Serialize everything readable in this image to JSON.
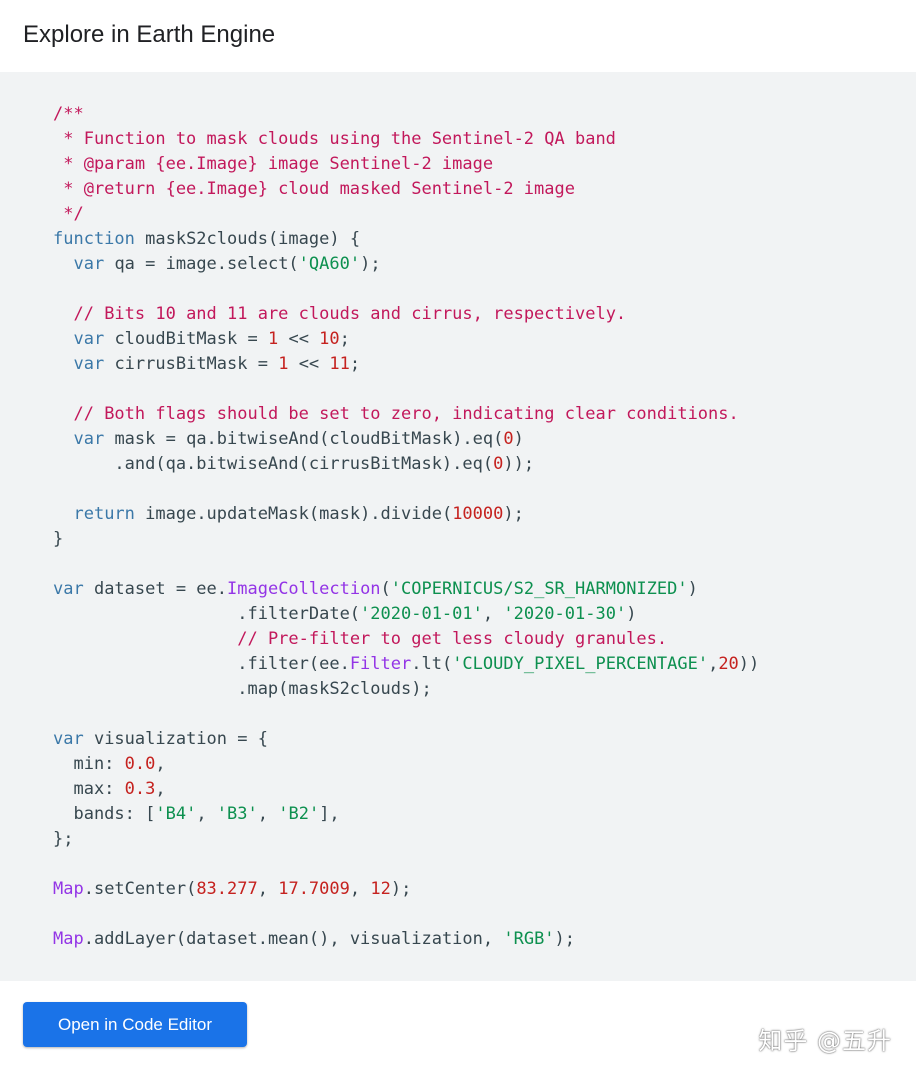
{
  "header": {
    "title": "Explore in Earth Engine"
  },
  "code": {
    "language": "javascript",
    "lines": [
      [
        {
          "t": "comment",
          "v": "/**"
        }
      ],
      [
        {
          "t": "comment",
          "v": " * Function to mask clouds using the Sentinel-2 QA band"
        }
      ],
      [
        {
          "t": "comment",
          "v": " * @param {ee.Image} image Sentinel-2 image"
        }
      ],
      [
        {
          "t": "comment",
          "v": " * @return {ee.Image} cloud masked Sentinel-2 image"
        }
      ],
      [
        {
          "t": "comment",
          "v": " */"
        }
      ],
      [
        {
          "t": "keyword",
          "v": "function"
        },
        {
          "t": "plain",
          "v": " maskS2clouds(image) {"
        }
      ],
      [
        {
          "t": "plain",
          "v": "  "
        },
        {
          "t": "keyword",
          "v": "var"
        },
        {
          "t": "plain",
          "v": " qa = image.select("
        },
        {
          "t": "string",
          "v": "'QA60'"
        },
        {
          "t": "plain",
          "v": ");"
        }
      ],
      [],
      [
        {
          "t": "plain",
          "v": "  "
        },
        {
          "t": "comment",
          "v": "// Bits 10 and 11 are clouds and cirrus, respectively."
        }
      ],
      [
        {
          "t": "plain",
          "v": "  "
        },
        {
          "t": "keyword",
          "v": "var"
        },
        {
          "t": "plain",
          "v": " cloudBitMask = "
        },
        {
          "t": "number",
          "v": "1"
        },
        {
          "t": "plain",
          "v": " << "
        },
        {
          "t": "number",
          "v": "10"
        },
        {
          "t": "plain",
          "v": ";"
        }
      ],
      [
        {
          "t": "plain",
          "v": "  "
        },
        {
          "t": "keyword",
          "v": "var"
        },
        {
          "t": "plain",
          "v": " cirrusBitMask = "
        },
        {
          "t": "number",
          "v": "1"
        },
        {
          "t": "plain",
          "v": " << "
        },
        {
          "t": "number",
          "v": "11"
        },
        {
          "t": "plain",
          "v": ";"
        }
      ],
      [],
      [
        {
          "t": "plain",
          "v": "  "
        },
        {
          "t": "comment",
          "v": "// Both flags should be set to zero, indicating clear conditions."
        }
      ],
      [
        {
          "t": "plain",
          "v": "  "
        },
        {
          "t": "keyword",
          "v": "var"
        },
        {
          "t": "plain",
          "v": " mask = qa.bitwiseAnd(cloudBitMask).eq("
        },
        {
          "t": "number",
          "v": "0"
        },
        {
          "t": "plain",
          "v": ")"
        }
      ],
      [
        {
          "t": "plain",
          "v": "      .and(qa.bitwiseAnd(cirrusBitMask).eq("
        },
        {
          "t": "number",
          "v": "0"
        },
        {
          "t": "plain",
          "v": "));"
        }
      ],
      [],
      [
        {
          "t": "plain",
          "v": "  "
        },
        {
          "t": "keyword",
          "v": "return"
        },
        {
          "t": "plain",
          "v": " image.updateMask(mask).divide("
        },
        {
          "t": "number",
          "v": "10000"
        },
        {
          "t": "plain",
          "v": ");"
        }
      ],
      [
        {
          "t": "plain",
          "v": "}"
        }
      ],
      [],
      [
        {
          "t": "keyword",
          "v": "var"
        },
        {
          "t": "plain",
          "v": " dataset = ee."
        },
        {
          "t": "builtin",
          "v": "ImageCollection"
        },
        {
          "t": "plain",
          "v": "("
        },
        {
          "t": "string",
          "v": "'COPERNICUS/S2_SR_HARMONIZED'"
        },
        {
          "t": "plain",
          "v": ")"
        }
      ],
      [
        {
          "t": "plain",
          "v": "                  .filterDate("
        },
        {
          "t": "string",
          "v": "'2020-01-01'"
        },
        {
          "t": "plain",
          "v": ", "
        },
        {
          "t": "string",
          "v": "'2020-01-30'"
        },
        {
          "t": "plain",
          "v": ")"
        }
      ],
      [
        {
          "t": "plain",
          "v": "                  "
        },
        {
          "t": "comment",
          "v": "// Pre-filter to get less cloudy granules."
        }
      ],
      [
        {
          "t": "plain",
          "v": "                  .filter(ee."
        },
        {
          "t": "builtin",
          "v": "Filter"
        },
        {
          "t": "plain",
          "v": ".lt("
        },
        {
          "t": "string",
          "v": "'CLOUDY_PIXEL_PERCENTAGE'"
        },
        {
          "t": "plain",
          "v": ","
        },
        {
          "t": "number",
          "v": "20"
        },
        {
          "t": "plain",
          "v": "))"
        }
      ],
      [
        {
          "t": "plain",
          "v": "                  .map(maskS2clouds);"
        }
      ],
      [],
      [
        {
          "t": "keyword",
          "v": "var"
        },
        {
          "t": "plain",
          "v": " visualization = {"
        }
      ],
      [
        {
          "t": "plain",
          "v": "  min: "
        },
        {
          "t": "number",
          "v": "0.0"
        },
        {
          "t": "plain",
          "v": ","
        }
      ],
      [
        {
          "t": "plain",
          "v": "  max: "
        },
        {
          "t": "number",
          "v": "0.3"
        },
        {
          "t": "plain",
          "v": ","
        }
      ],
      [
        {
          "t": "plain",
          "v": "  bands: ["
        },
        {
          "t": "string",
          "v": "'B4'"
        },
        {
          "t": "plain",
          "v": ", "
        },
        {
          "t": "string",
          "v": "'B3'"
        },
        {
          "t": "plain",
          "v": ", "
        },
        {
          "t": "string",
          "v": "'B2'"
        },
        {
          "t": "plain",
          "v": "],"
        }
      ],
      [
        {
          "t": "plain",
          "v": "};"
        }
      ],
      [],
      [
        {
          "t": "builtin",
          "v": "Map"
        },
        {
          "t": "plain",
          "v": ".setCenter("
        },
        {
          "t": "number",
          "v": "83.277"
        },
        {
          "t": "plain",
          "v": ", "
        },
        {
          "t": "number",
          "v": "17.7009"
        },
        {
          "t": "plain",
          "v": ", "
        },
        {
          "t": "number",
          "v": "12"
        },
        {
          "t": "plain",
          "v": ");"
        }
      ],
      [],
      [
        {
          "t": "builtin",
          "v": "Map"
        },
        {
          "t": "plain",
          "v": ".addLayer(dataset.mean(), visualization, "
        },
        {
          "t": "string",
          "v": "'RGB'"
        },
        {
          "t": "plain",
          "v": ");"
        }
      ]
    ]
  },
  "footer": {
    "open_button_label": "Open in Code Editor",
    "watermark_text": "知乎 @五升"
  },
  "colors": {
    "header_bg": "#ffffff",
    "code_panel_bg": "#f1f3f4",
    "comment": "#c2185b",
    "keyword": "#3b78a8",
    "string": "#0d904f",
    "number": "#c5221f",
    "builtin": "#9334e6",
    "plain": "#37474f",
    "button_bg": "#1a73e8",
    "button_text": "#ffffff"
  }
}
